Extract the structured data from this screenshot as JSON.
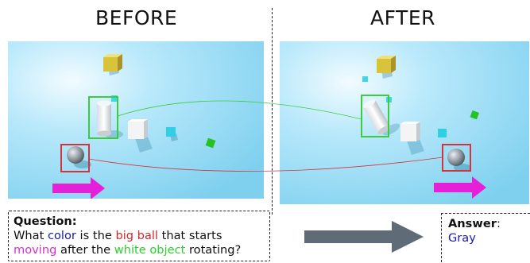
{
  "headings": {
    "before": "BEFORE",
    "after": "AFTER"
  },
  "question": {
    "label": "Question:",
    "parts": [
      {
        "text": "What ",
        "style": "plain"
      },
      {
        "text": "color",
        "style": "blue"
      },
      {
        "text": " is the ",
        "style": "plain"
      },
      {
        "text": "big ball",
        "style": "red"
      },
      {
        "text": " that starts",
        "style": "plain"
      },
      {
        "text": "moving",
        "style": "magenta"
      },
      {
        "text": " after the ",
        "style": "plain"
      },
      {
        "text": "white object",
        "style": "green"
      },
      {
        "text": " rotating?",
        "style": "plain"
      }
    ]
  },
  "answer": {
    "label": "Answer",
    "colon": ":",
    "value": "Gray"
  },
  "colors": {
    "scene_bg": "#8fd8f2",
    "highlight_ball_box": "#d3343c",
    "highlight_object_box": "#3ccc3c",
    "motion_arrow": "#e620d8",
    "transition_arrow": "#5f6b76",
    "question_blue": "#1a1aa8",
    "question_red": "#d4262b",
    "question_magenta": "#d42fcf",
    "question_green": "#2fcf2f"
  }
}
